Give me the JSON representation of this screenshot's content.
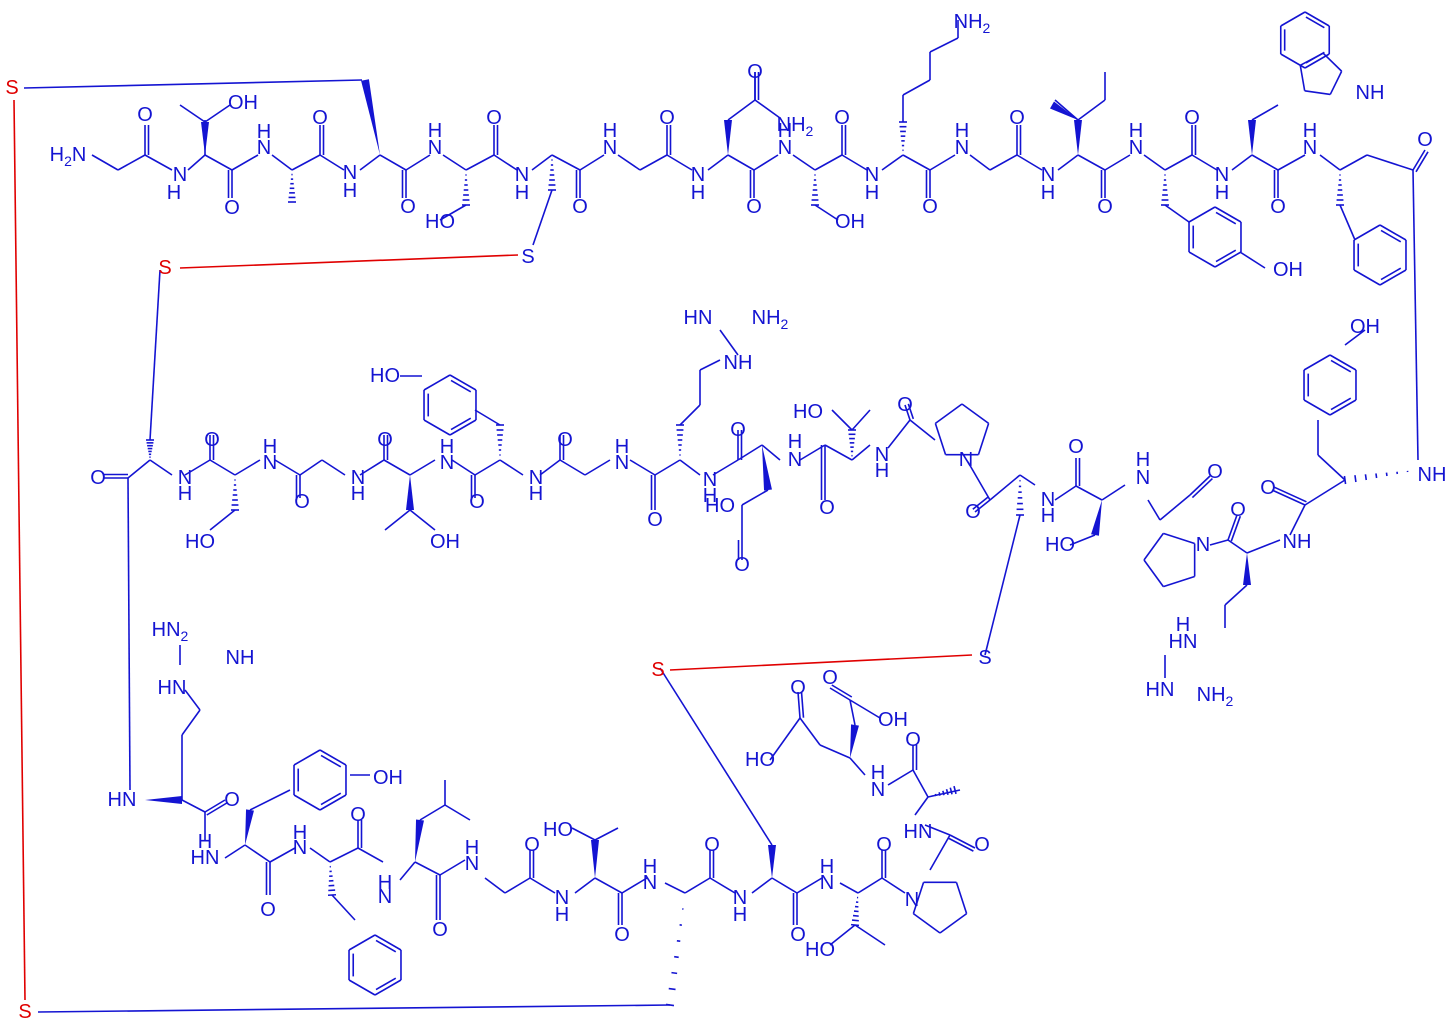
{
  "colors": {
    "backbone": "#1414d2",
    "disulfide": "#e00000",
    "background": "#ffffff"
  },
  "sulfur_symbol": "S",
  "labels": {
    "h2n": "H2N",
    "nh": "NH",
    "hn": "HN",
    "nh2": "NH2",
    "o": "O",
    "oh": "OH",
    "ho": "HO",
    "n": "N",
    "h": "H"
  },
  "disulfide_bonds": [
    {
      "from": "S (left top)",
      "to": "S (left bottom)"
    },
    {
      "from": "S (row 1 Cys)",
      "to": "S (row 2 Cys)"
    },
    {
      "from": "S (bottom Cys)",
      "to": "S (middle Cys)"
    }
  ]
}
